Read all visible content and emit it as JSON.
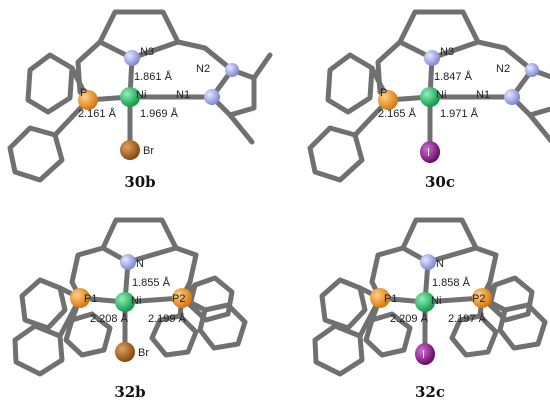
{
  "panels": [
    {
      "id": "30b",
      "caption": "30b",
      "atoms": {
        "top_n": "N3",
        "right_n_top": "N2",
        "right_n": "N1",
        "left": "P",
        "center": "Ni",
        "halide": "Br"
      },
      "distances": {
        "ni_n_top": "1.861 Å",
        "ni_left": "2.161 Å",
        "ni_right": "1.969 Å"
      },
      "halide_color": "#b06a20"
    },
    {
      "id": "30c",
      "caption": "30c",
      "atoms": {
        "top_n": "N3",
        "right_n_top": "N2",
        "right_n": "N1",
        "left": "P",
        "center": "Ni",
        "halide": "I"
      },
      "distances": {
        "ni_n_top": "1.847 Å",
        "ni_left": "2.165 Å",
        "ni_right": "1.971 Å"
      },
      "halide_color": "#8a1a8a"
    },
    {
      "id": "32b",
      "caption": "32b",
      "atoms": {
        "top_n": "N",
        "left": "P1",
        "center": "Ni",
        "right": "P2",
        "halide": "Br"
      },
      "distances": {
        "ni_n_top": "1.855 Å",
        "ni_left": "2.208 Å",
        "ni_right": "2.199 Å"
      },
      "halide_color": "#b06a20"
    },
    {
      "id": "32c",
      "caption": "32c",
      "atoms": {
        "top_n": "N",
        "left": "P1",
        "center": "Ni",
        "right": "P2",
        "halide": "I"
      },
      "distances": {
        "ni_n_top": "1.858 Å",
        "ni_left": "2.209 Å",
        "ni_right": "2.197 Å"
      },
      "halide_color": "#8a1a8a"
    }
  ],
  "colors": {
    "bond": "#707070",
    "nickel": "#22b060",
    "nitrogen": "#a0a8e8",
    "phosphorus": "#e89020"
  }
}
